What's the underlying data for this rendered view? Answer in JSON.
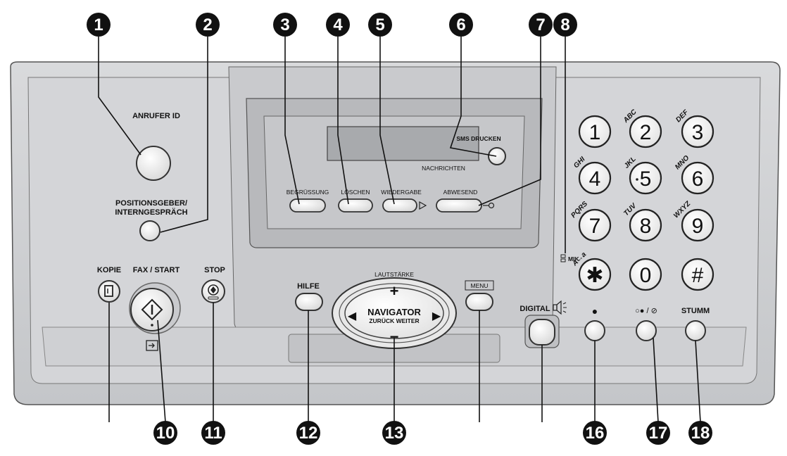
{
  "panel": {
    "caller_id_label": "ANRUFER ID",
    "intercom_label_line1": "POSITIONSGEBER/",
    "intercom_label_line2": "INTERNGESPRÄCH",
    "copy_label": "KOPIE",
    "fax_start_label": "FAX / START",
    "stop_label": "STOP",
    "help_label": "HILFE",
    "volume_label": "LAUTSTÄRKE",
    "navigator_label": "NAVIGATOR",
    "navigator_sub": "ZURÜCK WEITER",
    "nav_plus": "+",
    "nav_minus": "−",
    "nav_left": "◀",
    "nav_right": "▶",
    "menu_label": "MENU",
    "sms_print_label": "SMS DRUCKEN",
    "messages_label": "NACHRICHTEN",
    "greeting_label": "BEGRÜSSUNG",
    "delete_label": "LÖSCHEN",
    "playback_label": "WIEDERGABE",
    "away_label": "ABWESEND",
    "mic_label": "MIK",
    "digital_label": "DIGITAL",
    "mute_label": "STUMM",
    "recall_label": "●",
    "redial_label": "○● / ⊘"
  },
  "keypad": [
    {
      "digit": "1",
      "letters": ""
    },
    {
      "digit": "2",
      "letters": "ABC"
    },
    {
      "digit": "3",
      "letters": "DEF"
    },
    {
      "digit": "4",
      "letters": "GHI"
    },
    {
      "digit": "5",
      "letters": "JKL"
    },
    {
      "digit": "6",
      "letters": "MNO"
    },
    {
      "digit": "7",
      "letters": "PQRS"
    },
    {
      "digit": "8",
      "letters": "TUV"
    },
    {
      "digit": "9",
      "letters": "WXYZ"
    },
    {
      "digit": "✱",
      "letters": "A↔a"
    },
    {
      "digit": "0",
      "letters": ""
    },
    {
      "digit": "#",
      "letters": ""
    }
  ],
  "callouts_top": [
    "1",
    "2",
    "3",
    "4",
    "5",
    "6",
    "7",
    "8"
  ],
  "callouts_bottom": [
    "10",
    "11",
    "12",
    "13",
    "16",
    "17",
    "18"
  ]
}
